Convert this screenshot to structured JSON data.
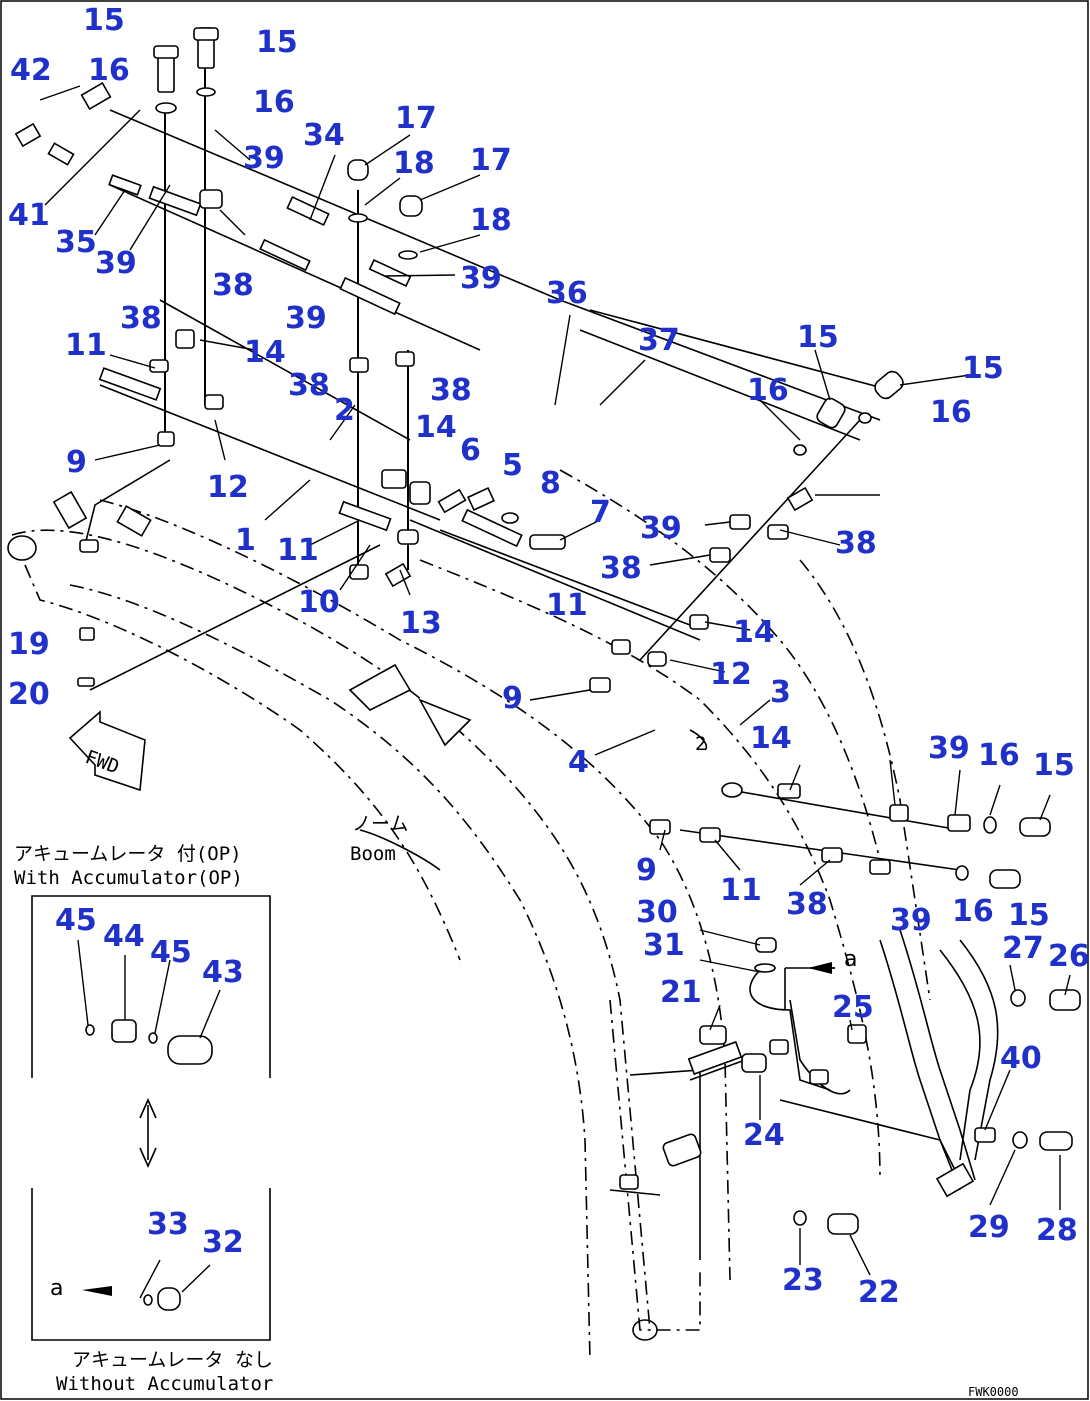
{
  "callouts": [
    "15",
    "15",
    "42",
    "16",
    "16",
    "39",
    "34",
    "17",
    "18",
    "17",
    "18",
    "41",
    "35",
    "39",
    "38",
    "38",
    "39",
    "39",
    "36",
    "37",
    "11",
    "14",
    "38",
    "38",
    "2",
    "14",
    "6",
    "5",
    "8",
    "7",
    "15",
    "15",
    "16",
    "16",
    "9",
    "12",
    "1",
    "11",
    "10",
    "13",
    "19",
    "20",
    "11",
    "14",
    "12",
    "9",
    "3",
    "4",
    "39",
    "38",
    "38",
    "14",
    "39",
    "16",
    "15",
    "9",
    "11",
    "38",
    "16",
    "15",
    "39",
    "30",
    "31",
    "21",
    "25",
    "27",
    "26",
    "40",
    "24",
    "29",
    "28",
    "23",
    "22",
    "45",
    "44",
    "45",
    "43",
    "33",
    "32"
  ],
  "notes": {
    "fwd": "FWD",
    "boom_jp": "ノーム",
    "boom_en": "Boom",
    "accum_with_jp": "アキュームレータ 付(OP)",
    "accum_with_en": "With Accumulator(OP)",
    "accum_without_jp": "アキュームレータ なし",
    "accum_without_en": "Without Accumulator",
    "view_a": "a",
    "view_a_inset": "a",
    "small_2": "2",
    "drawing_code": "FWK0000"
  },
  "colors": {
    "callout": "#1f31c8",
    "line": "#000000",
    "background": "#ffffff"
  }
}
